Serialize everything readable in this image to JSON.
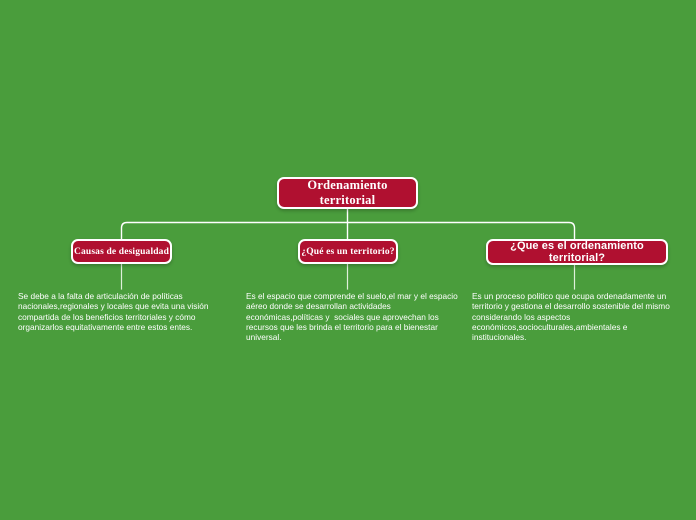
{
  "diagram": {
    "type": "mind-map",
    "background_color": "#4a9d3c",
    "node_color": "#b01030",
    "node_border_color": "#ffffff",
    "connector_color": "#ffffff",
    "text_color": "#ffffff",
    "root": {
      "label": "Ordenamiento territorial"
    },
    "branches": [
      {
        "label": "Causas de desigualdad",
        "body": "Se debe a la falta de articulación de políticas nacionales,regionales y locales que evita una visión compartida de los beneficios territoriales y cómo organizarlos equitativamente entre estos entes."
      },
      {
        "label": "¿Qué es un territorio?",
        "body": "Es el espacio que comprende el suelo,el mar y el espacio aéreo donde se desarrollan actividades económicas,políticas y  sociales que aprovechan los recursos que les brinda el territorio para el bienestar universal."
      },
      {
        "label": "¿Que es el ordenamiento territorial?",
        "body": "Es un proceso politico que ocupa ordenadamente un territorio y gestiona el desarrollo sostenible del mismo considerando los aspectos económicos,socioculturales,ambientales e institucionales."
      }
    ]
  }
}
